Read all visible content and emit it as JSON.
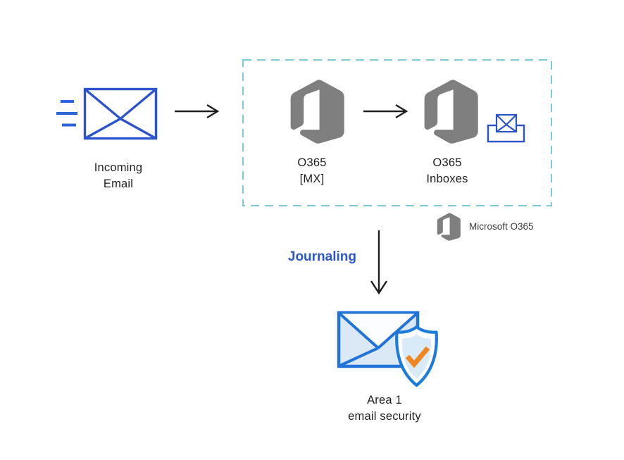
{
  "colors": {
    "royal_blue": "#2b53cc",
    "speed_blue": "#2d63dd",
    "office_gray": "#7f7f7f",
    "box_dash": "#7dc8da",
    "journaling_blue": "#2b57c8",
    "ink": "#1f1f1f",
    "legend_ink": "#3c3c3c",
    "area1_blue": "#2173d8",
    "area1_fill": "#dbe9f7",
    "area1_flap": "#fbfdff",
    "shield_blue": "#1c7cdb",
    "shield_fill": "#d9eaf8",
    "check_orange": "#f0861f"
  },
  "nodes": {
    "incoming_email": {
      "line1": "Incoming",
      "line2": "Email"
    },
    "o365_mx": {
      "line1": "O365",
      "line2": "[MX]"
    },
    "o365_inboxes": {
      "line1": "O365",
      "line2": "Inboxes"
    },
    "area1": {
      "line1": "Area 1",
      "line2": "email security"
    }
  },
  "labels": {
    "journaling": "Journaling",
    "legend": "Microsoft O365"
  }
}
